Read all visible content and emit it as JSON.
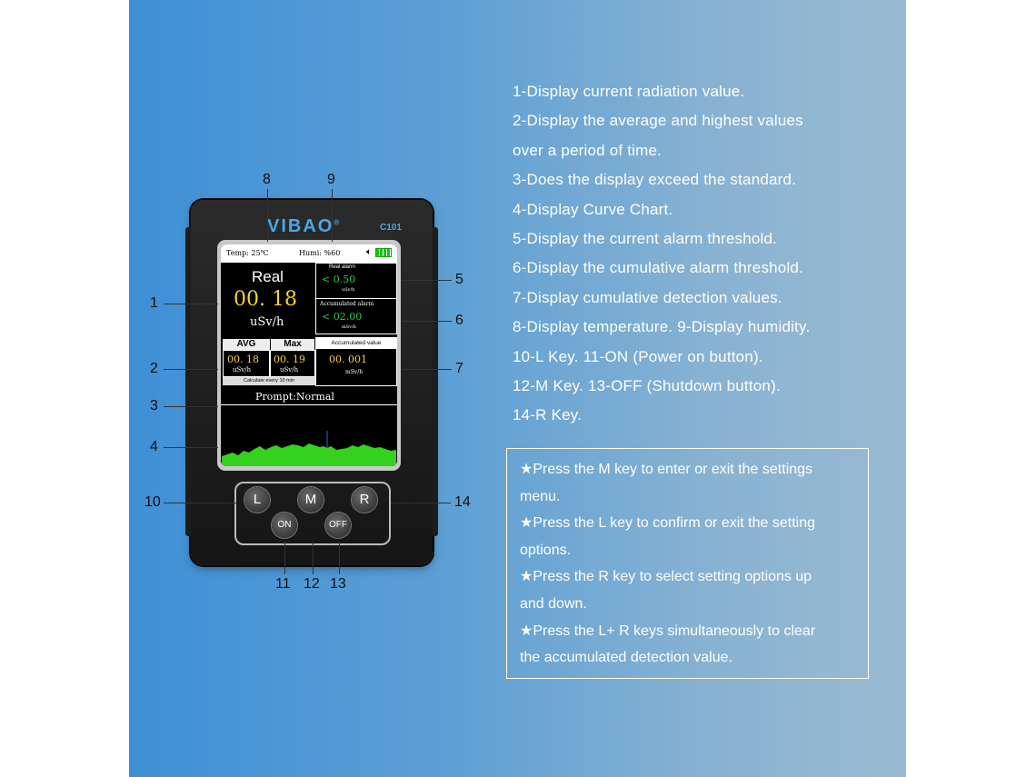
{
  "device": {
    "brand": "VIBAO",
    "brand_mark": "®",
    "model": "C101",
    "screen": {
      "temp": "Temp: 25℃",
      "humi": "Humi: %60",
      "real_label": "Real",
      "real_value": "00. 18",
      "real_unit": "uSv/h",
      "real_alarm_label": "Real alarm",
      "real_alarm_value": "< 0.50",
      "real_alarm_unit": "uSv/h",
      "acc_alarm_label": "Accumulated alarm",
      "acc_alarm_value": "< 02.00",
      "acc_alarm_unit": "mSv/h",
      "avg_label": "AVG",
      "max_label": "Max",
      "avg_value": "00. 18",
      "max_value": "00. 19",
      "avg_unit": "uSv/h",
      "max_unit": "uSv/h",
      "calc_note": "Calculate every 10 min",
      "acc_value_label": "Accumulated value",
      "acc_value": "00. 001",
      "acc_value_unit": "mSv/h",
      "prompt": "Prompt:Normal"
    },
    "buttons": {
      "l": "L",
      "m": "M",
      "r": "R",
      "on": "ON",
      "off": "OFF"
    }
  },
  "callouts": [
    "1",
    "2",
    "3",
    "4",
    "5",
    "6",
    "7",
    "8",
    "9",
    "10",
    "11",
    "12",
    "13",
    "14"
  ],
  "descriptions": [
    "1-Display current radiation value.",
    "2-Display the average and highest values",
    "over a period of time.",
    "3-Does the display exceed the standard.",
    "4-Display Curve Chart.",
    "5-Display the current alarm threshold.",
    "6-Display the cumulative alarm threshold.",
    "7-Display cumulative detection values.",
    "8-Display temperature.  9-Display humidity.",
    "10-L Key.  11-ON (Power on button).",
    "12-M Key.   13-OFF (Shutdown button).",
    "14-R Key."
  ],
  "instructions": [
    "★Press the M key to enter or exit the settings",
    "menu.",
    "★Press the L key to confirm or exit the setting",
    " options.",
    "★Press the R key to select setting options up",
    "and down.",
    "★Press the L+ R keys simultaneously to clear",
    "the accumulated detection value."
  ]
}
